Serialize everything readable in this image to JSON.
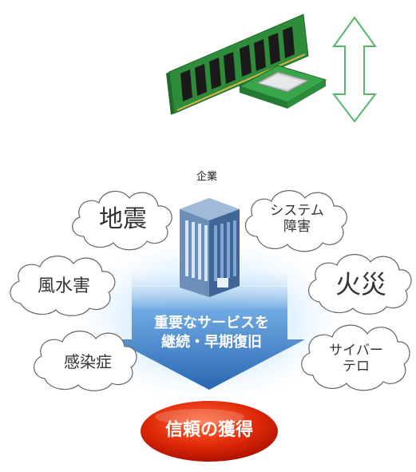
{
  "company_label": "企業",
  "clouds": [
    {
      "label": "地震"
    },
    {
      "label": "システム\n障害"
    },
    {
      "label": "風水害"
    },
    {
      "label": "火災"
    },
    {
      "label": "感染症"
    },
    {
      "label": "サイバー\nテロ"
    }
  ],
  "arrow_text": "重要なサービスを\n継続・早期復旧",
  "trust_text": "信頼の獲得",
  "colors": {
    "ram_pcb": "#2e8b3a",
    "ram_chip": "#1a1a1a",
    "arrow_outline": "#55b86a",
    "glow": "#bfe4ff",
    "main_arrow": "#1f5fae",
    "trust_red": "#d81e05"
  },
  "icons": [
    "ram-module-icon",
    "cpu-chip-icon",
    "updown-arrow-icon",
    "office-building-icon"
  ]
}
